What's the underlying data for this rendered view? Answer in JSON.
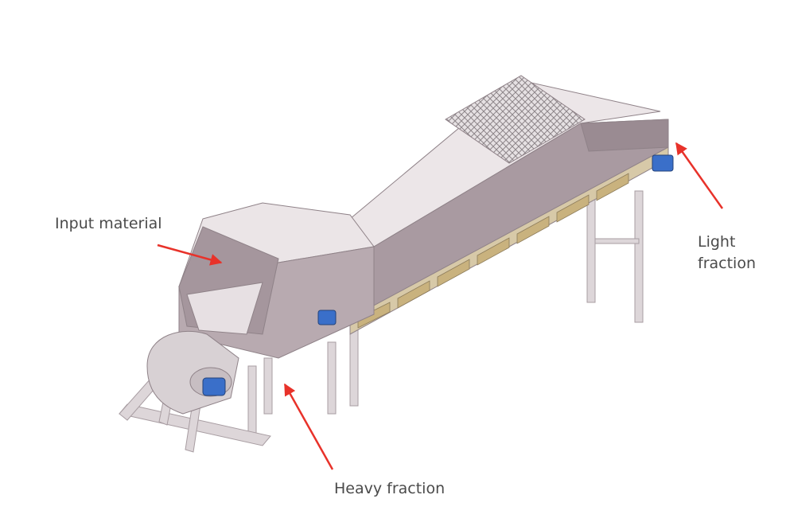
{
  "labels": {
    "input": "Input material",
    "heavy": "Heavy fraction",
    "light_line1": "Light",
    "light_line2": "fraction"
  },
  "colors": {
    "arrow": "#e8322a",
    "text": "#4a4a4a",
    "housing_light": "#e4dde0",
    "housing_mid": "#cbbec4",
    "housing_dark": "#9d8c93",
    "frame": "#d9d2d5",
    "motor_blue": "#3a6fc9"
  }
}
